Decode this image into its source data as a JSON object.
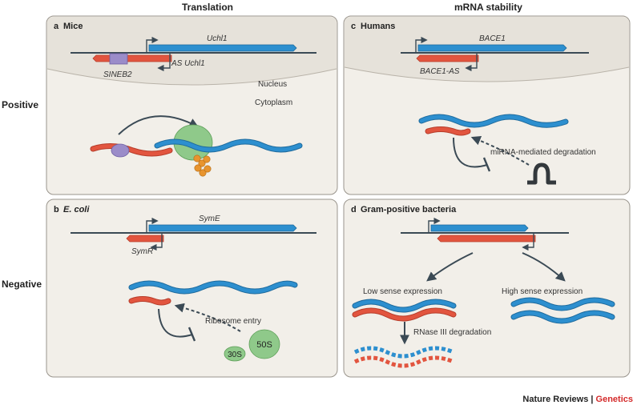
{
  "columns": {
    "left": "Translation",
    "right": "mRNA stability"
  },
  "rows": {
    "top": "Positive",
    "bottom": "Negative"
  },
  "panels": {
    "a": {
      "letter": "a",
      "organism": "Mice",
      "sense_gene": "Uchl1",
      "antisense_gene": "AS Uchl1",
      "element": "SINEB2",
      "nucleus": "Nucleus",
      "cytoplasm": "Cytoplasm"
    },
    "b": {
      "letter": "b",
      "organism": "E. coli",
      "sense_gene": "SymE",
      "antisense_gene": "SymR",
      "process": "Ribosome entry",
      "subunit_large": "50S",
      "subunit_small": "30S"
    },
    "c": {
      "letter": "c",
      "organism": "Humans",
      "sense_gene": "BACE1",
      "antisense_gene": "BACE1-AS",
      "process": "miRNA-mediated degradation"
    },
    "d": {
      "letter": "d",
      "organism": "Gram-positive bacteria",
      "low": "Low sense expression",
      "high": "High sense expression",
      "process": "RNase III degradation"
    }
  },
  "footer": {
    "journal": "Nature Reviews",
    "separator": "|",
    "section": "Genetics"
  },
  "colors": {
    "sense": "#2d8fcf",
    "antisense": "#e2553f",
    "panel_bg": "#f2efe9",
    "nucleus_bg": "#e6e2da",
    "ribosome": "#8fc98a",
    "arrow": "#3b4a55",
    "element": "#9b8cc9",
    "protein": "#e8942e"
  }
}
